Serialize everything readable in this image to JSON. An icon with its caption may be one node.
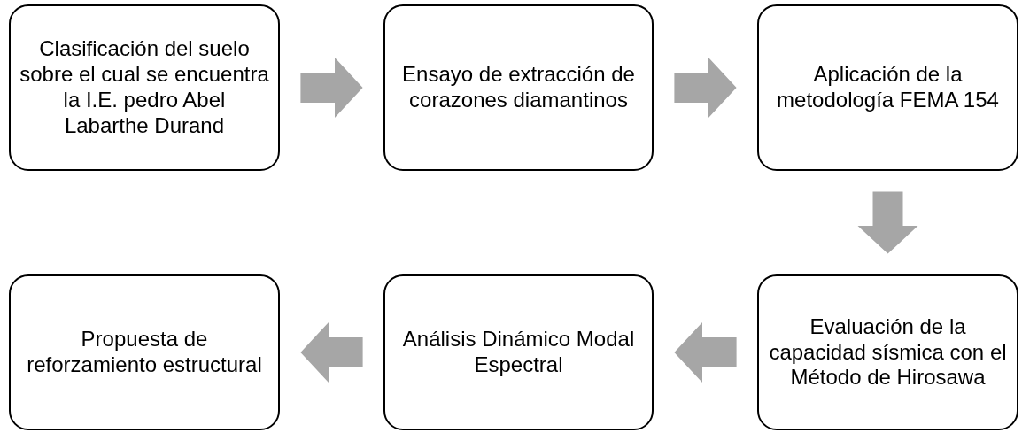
{
  "diagram": {
    "nodes": [
      {
        "text": [
          "Clasificación del suelo sobre el cual se encuentra la I.E. pedro Abel Labarthe Durand"
        ]
      },
      {
        "text": [
          "Ensayo de extracción de corazones diamantinos"
        ]
      },
      {
        "text": [
          "Aplicación de la metodología FEMA 154"
        ]
      },
      {
        "text": [
          "Evaluación de la capacidad sísmica con el Método de Hirosawa"
        ]
      },
      {
        "text": [
          "Análisis Dinámico Modal Espectral"
        ]
      },
      {
        "text": [
          "Propuesta de reforzamiento estructural"
        ]
      }
    ],
    "edges": [
      {
        "from": 0,
        "to": 1,
        "arrow": "to"
      },
      {
        "from": 1,
        "to": 2,
        "arrow": "to"
      },
      {
        "from": 2,
        "to": 3,
        "arrow": "to"
      },
      {
        "from": 3,
        "to": 4,
        "arrow": "to"
      },
      {
        "from": 4,
        "to": 5,
        "arrow": "to"
      }
    ]
  }
}
